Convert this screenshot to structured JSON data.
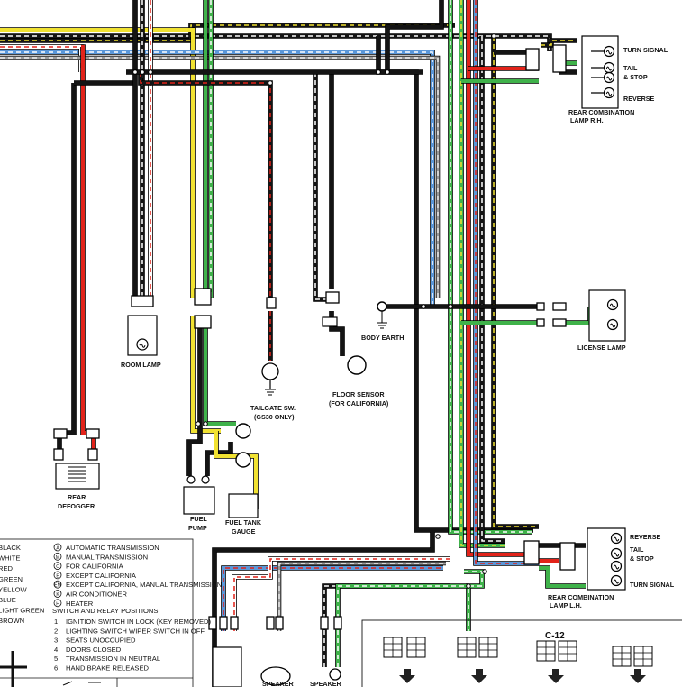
{
  "labels": {
    "turn_signal_rh": "TURN SIGNAL",
    "tail_rh_1": "TAIL",
    "tail_rh_2": "& STOP",
    "reverse_rh": "REVERSE",
    "rear_combo_rh_1": "REAR COMBINATION",
    "rear_combo_rh_2": "LAMP R.H.",
    "room_lamp": "ROOM LAMP",
    "tailgate_1": "TAILGATE SW.",
    "tailgate_2": "(GS30 ONLY)",
    "body_earth": "BODY EARTH",
    "floor_sensor_1": "FLOOR SENSOR",
    "floor_sensor_2": "(FOR CALIFORNIA)",
    "license_lamp": "LICENSE LAMP",
    "rear_defogger_1": "REAR",
    "rear_defogger_2": "DEFOGGER",
    "fuel_pump_1": "FUEL",
    "fuel_pump_2": "PUMP",
    "fuel_gauge_1": "FUEL TANK",
    "fuel_gauge_2": "GAUGE",
    "reverse_lh": "REVERSE",
    "tail_lh_1": "TAIL",
    "tail_lh_2": "& STOP",
    "turn_signal_lh": "TURN SIGNAL",
    "rear_combo_lh_1": "REAR COMBINATION",
    "rear_combo_lh_2": "LAMP L.H.",
    "speaker": "SPEAKER",
    "speaker_r": "SPEAKER",
    "c12": "C-12"
  },
  "color_legend": [
    "BLACK",
    "WHITE",
    "RED",
    "GREEN",
    "YELLOW",
    "BLUE",
    "LIGHT GREEN",
    "BROWN"
  ],
  "abbreviations": [
    {
      "sym": "A",
      "text": "AUTOMATIC TRANSMISSION"
    },
    {
      "sym": "M",
      "text": "MANUAL TRANSMISSION"
    },
    {
      "sym": "C",
      "text": "FOR CALIFORNIA"
    },
    {
      "sym": "E",
      "text": "EXCEPT CALIFORNIA"
    },
    {
      "sym": "EM",
      "text": "EXCEPT CALIFORNIA, MANUAL TRANSMISSION"
    },
    {
      "sym": "K",
      "text": "AIR CONDITIONER"
    },
    {
      "sym": "H",
      "text": "HEATER"
    }
  ],
  "switch_heading": "SWITCH AND RELAY POSITIONS",
  "switch_positions": [
    {
      "n": "1",
      "text": "IGNITION SWITCH IN LOCK  (KEY REMOVED)"
    },
    {
      "n": "2",
      "text": "LIGHTING SWITCH    WIPER SWITCH IN OFF"
    },
    {
      "n": "3",
      "text": "SEATS UNOCCUPIED"
    },
    {
      "n": "4",
      "text": "DOORS CLOSED"
    },
    {
      "n": "5",
      "text": "TRANSMISSION IN NEUTRAL"
    },
    {
      "n": "6",
      "text": "HAND BRAKE RELEASED"
    }
  ],
  "wire_colors": {
    "black": "#141414",
    "red": "#e2231a",
    "green": "#3fb24a",
    "yellow": "#f1e232",
    "blue": "#5b97d8",
    "white": "#ffffff",
    "gray": "#9a9a9a"
  }
}
